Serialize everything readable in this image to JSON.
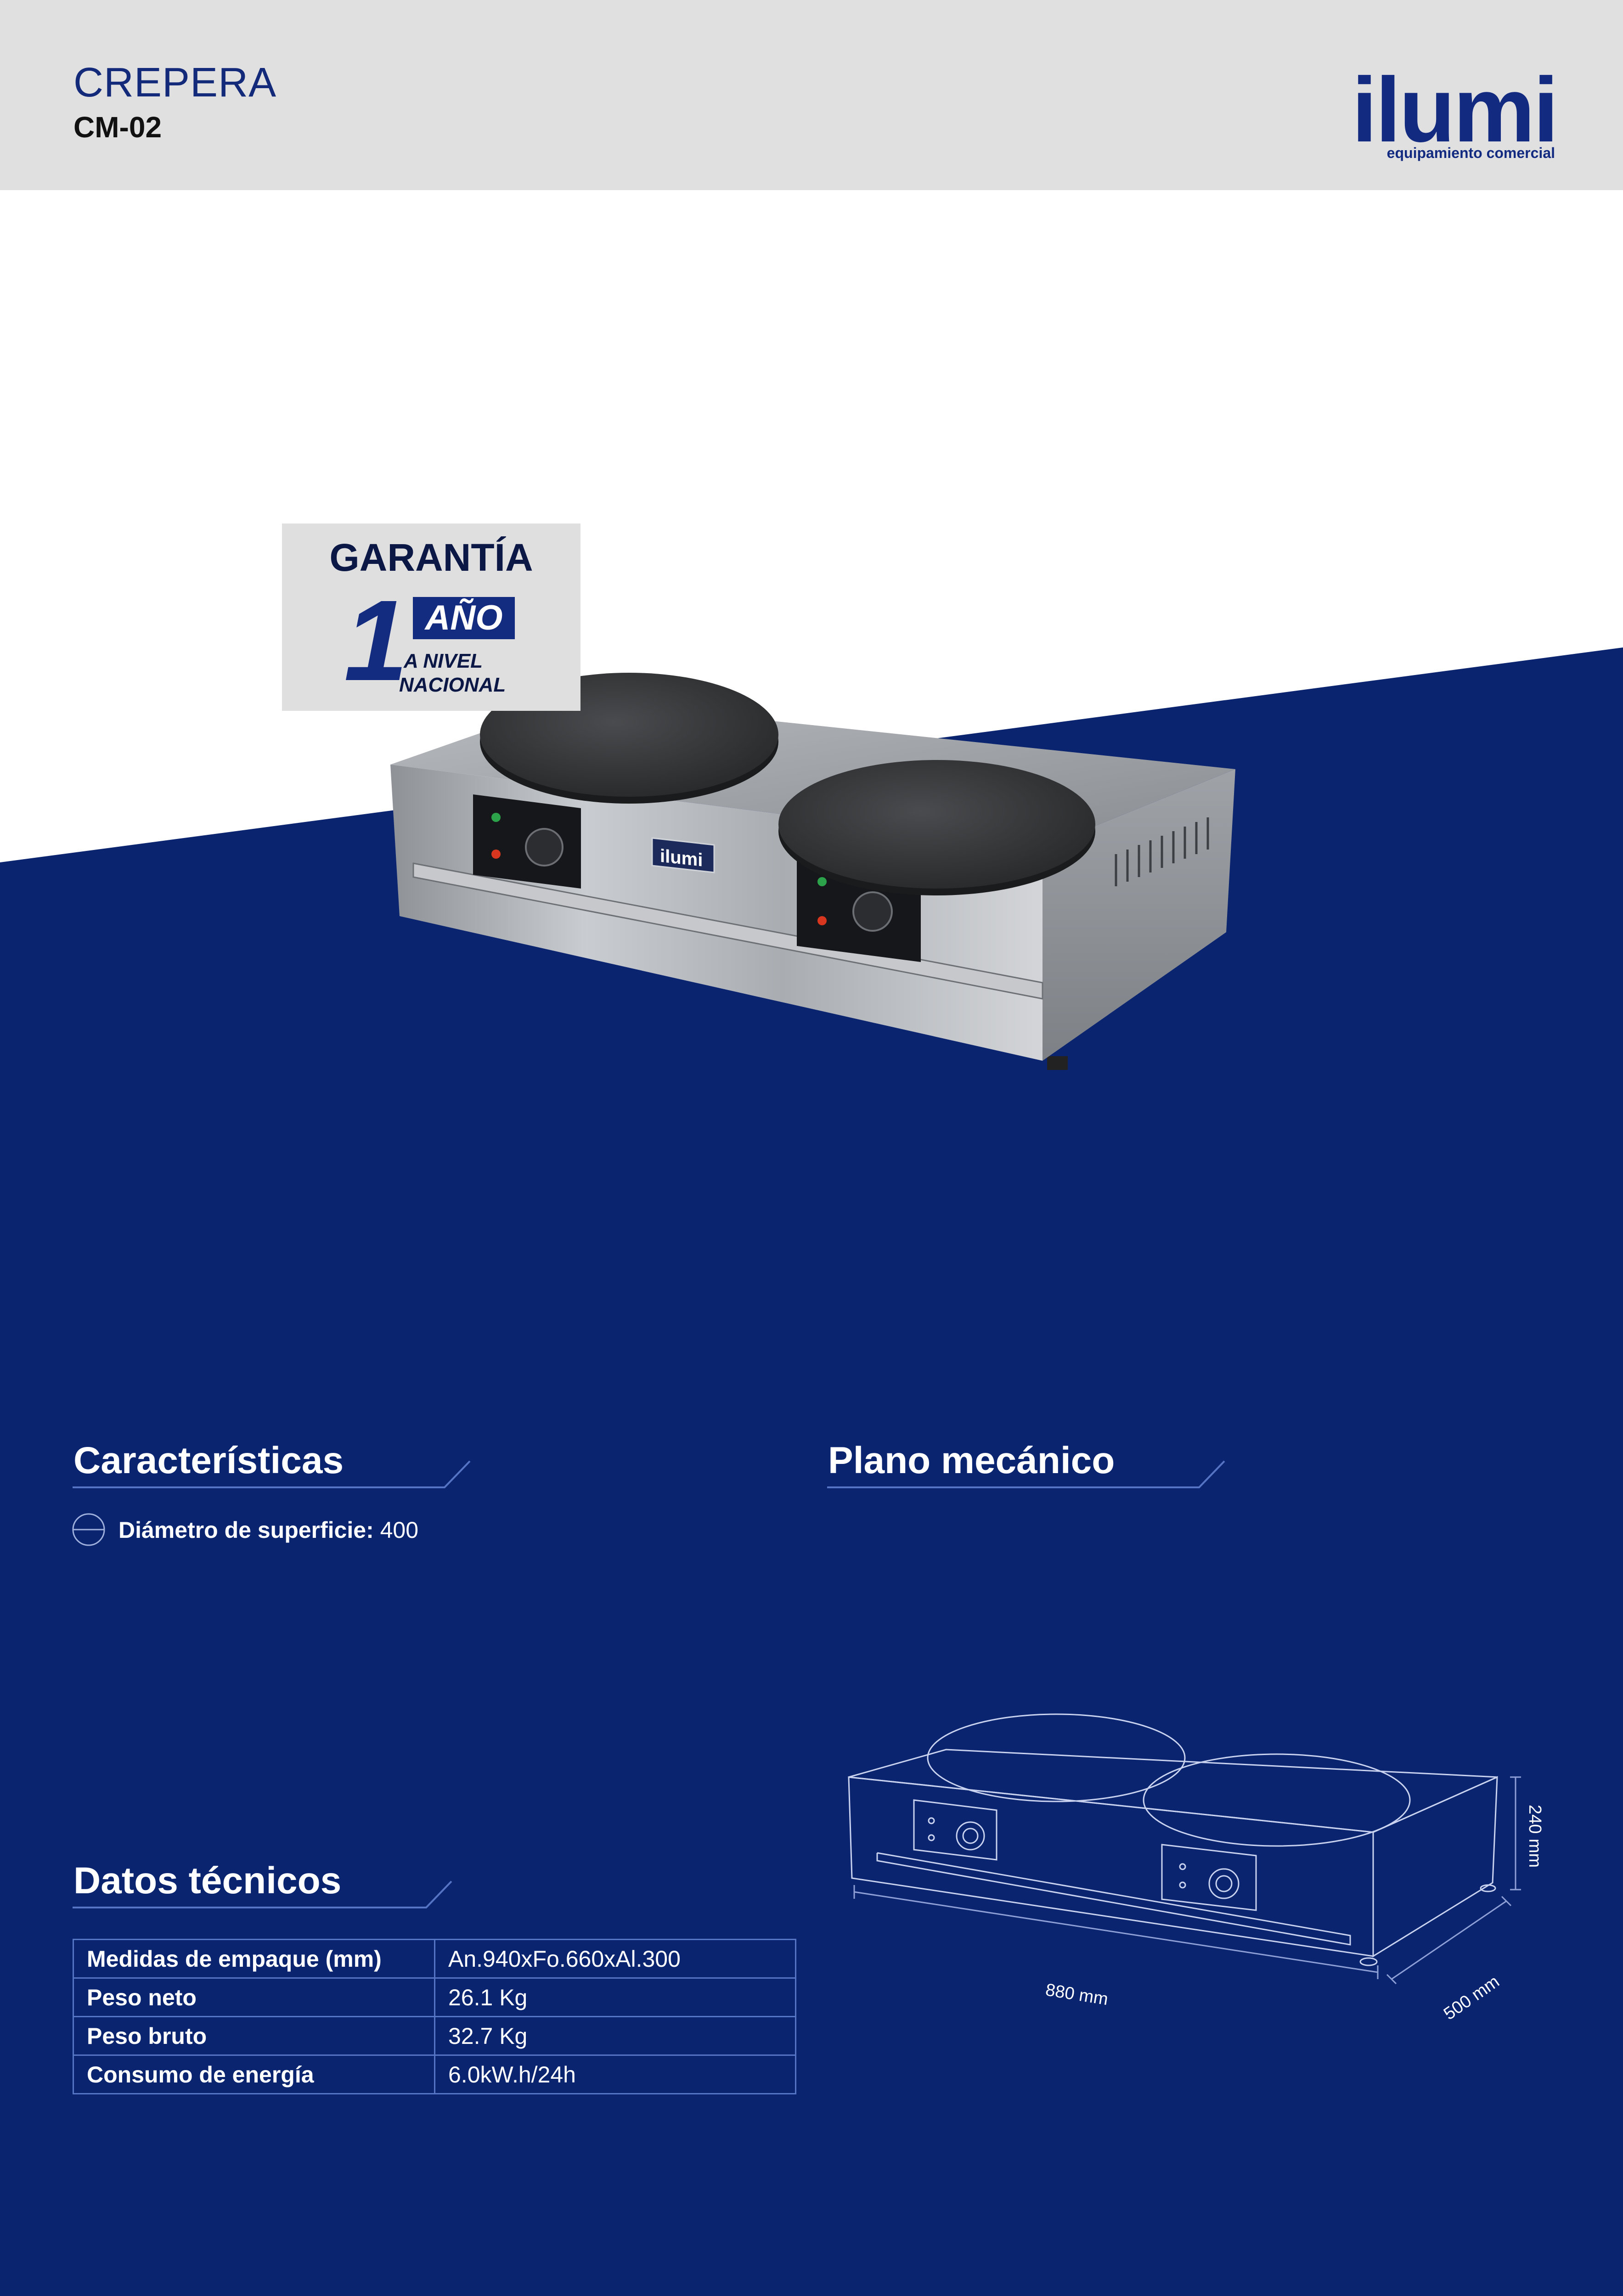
{
  "header": {
    "title": "CREPERA",
    "model": "CM-02",
    "brand": {
      "name": "ilumi",
      "tagline": "equipamiento comercial"
    }
  },
  "warranty": {
    "title": "GARANTÍA",
    "number": "1",
    "unit": "AÑO",
    "line1": "A NIVEL",
    "line2": "NACIONAL"
  },
  "product_photo": {
    "brand_plate": "ilumi"
  },
  "features": {
    "heading": "Características",
    "items": [
      {
        "icon": "diameter-icon",
        "label": "Diámetro de superficie:",
        "value": "400"
      }
    ]
  },
  "mechanical": {
    "heading": "Plano mecánico",
    "width_label": "880 mm",
    "depth_label": "500 mm",
    "height_label": "240 mm"
  },
  "technical": {
    "heading": "Datos técnicos",
    "rows": [
      {
        "label": "Medidas de empaque (mm)",
        "value": "An.940xFo.660xAl.300"
      },
      {
        "label": "Peso neto",
        "value": "26.1 Kg"
      },
      {
        "label": "Peso bruto",
        "value": "32.7 Kg"
      },
      {
        "label": "Consumo de energía",
        "value": "6.0kW.h/24h"
      }
    ]
  },
  "colors": {
    "navy": "#0a2470",
    "header_gray": "#e1e0e1",
    "accent_line": "#5574c4"
  }
}
